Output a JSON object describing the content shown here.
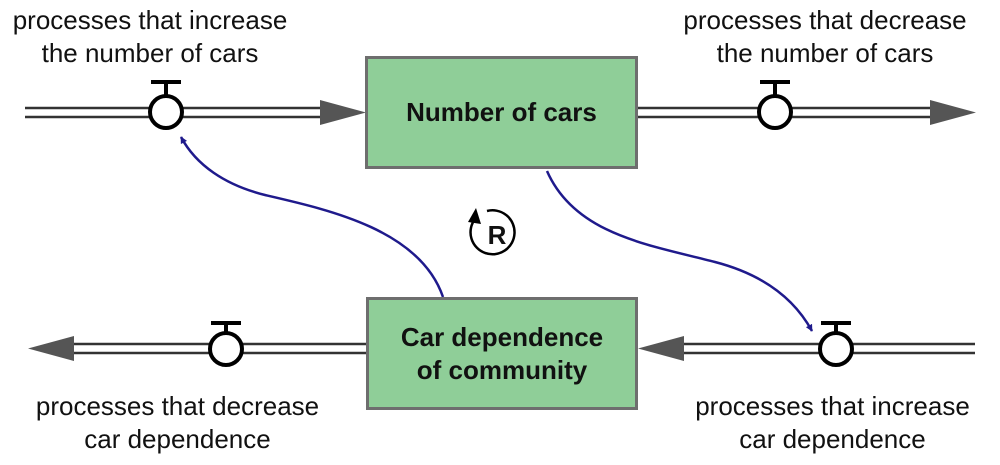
{
  "stocks": {
    "cars": "Number of cars",
    "dependence": "Car dependence\nof community"
  },
  "flows": {
    "cars_inflow": "processes that increase\nthe number of cars",
    "cars_outflow": "processes that decrease\nthe number of cars",
    "dependence_outflow": "processes that decrease\ncar dependence",
    "dependence_inflow": "processes that increase\ncar dependence"
  },
  "loop": {
    "label": "R"
  },
  "colors": {
    "stock_fill": "#8fce98",
    "stock_border": "#6e6e6e",
    "link": "#1f1a8c",
    "pipe": "#333333",
    "arrowhead": "#555555"
  }
}
